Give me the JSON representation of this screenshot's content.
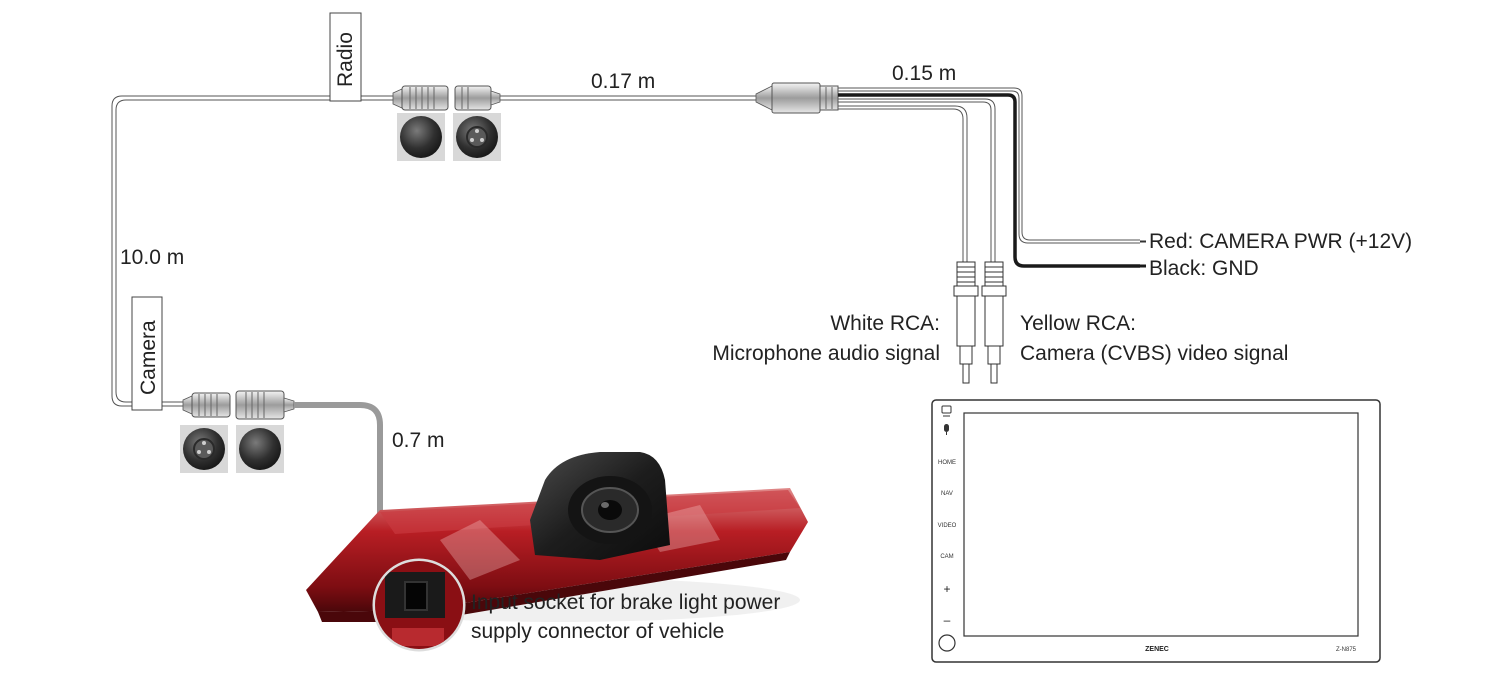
{
  "cable_labels": {
    "radio": "Radio",
    "camera": "Camera",
    "len_10": "10.0 m",
    "len_017": "0.17 m",
    "len_015": "0.15 m",
    "len_07": "0.7 m"
  },
  "wires": {
    "red": "Red: CAMERA PWR (+12V)",
    "black": "Black: GND",
    "white_title": "White RCA:",
    "white_desc": "Microphone audio signal",
    "yellow_title": "Yellow RCA:",
    "yellow_desc": "Camera (CVBS) video signal"
  },
  "callout": {
    "line1": "Input socket for brake light power",
    "line2": "supply connector of vehicle"
  },
  "head_unit": {
    "buttons": [
      "HOME",
      "NAV",
      "VIDEO",
      "CAM",
      "+",
      "–"
    ],
    "brand": "ZENEC",
    "model": "Z-N875"
  },
  "icons": [
    "camera-icon",
    "microphone-icon"
  ],
  "colors": {
    "cable_gray": "#9a9a9a",
    "brake_light_red": "#a3141c",
    "camera_body": "#1c1c1c",
    "connector_dark": "#3a3a3a"
  }
}
